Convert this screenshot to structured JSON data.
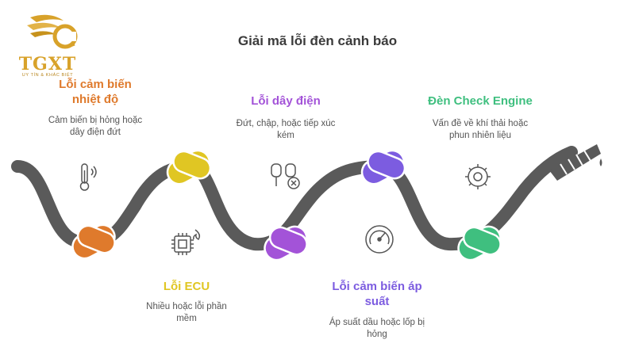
{
  "logo": {
    "text": "TGXT",
    "tagline": "UY TÍN & KHÁC BIỆT"
  },
  "title": "Giải mã lỗi đèn cảnh báo",
  "colors": {
    "orange": "#df7a2c",
    "yellow": "#e0c623",
    "purple": "#a353d8",
    "violet": "#7c5ce0",
    "green": "#3fbf7f",
    "hose": "#5a5a5a",
    "gold": "#d8a22a"
  },
  "items": [
    {
      "title_1": "Lỗi cảm biến",
      "title_2": "nhiệt độ",
      "desc_1": "Cảm biến bị hỏng hoặc",
      "desc_2": "dây điện đứt",
      "icon": "thermometer-icon"
    },
    {
      "title_1": "Lỗi ECU",
      "desc_1": "Nhiều hoặc lỗi phần",
      "desc_2": "mềm",
      "icon": "chip-icon"
    },
    {
      "title_1": "Lỗi dây điện",
      "desc_1": "Đứt, chập, hoặc tiếp xúc",
      "desc_2": "kém",
      "icon": "plug-icon"
    },
    {
      "title_1": "Lỗi cảm biến áp",
      "title_2": "suất",
      "desc_1": "Áp suất dầu hoặc lốp bị",
      "desc_2": "hỏng",
      "icon": "gauge-icon"
    },
    {
      "title_1": "Đèn Check Engine",
      "desc_1": "Vấn đề về khí thải hoặc",
      "desc_2": "phun nhiên liệu",
      "icon": "engine-icon"
    }
  ]
}
